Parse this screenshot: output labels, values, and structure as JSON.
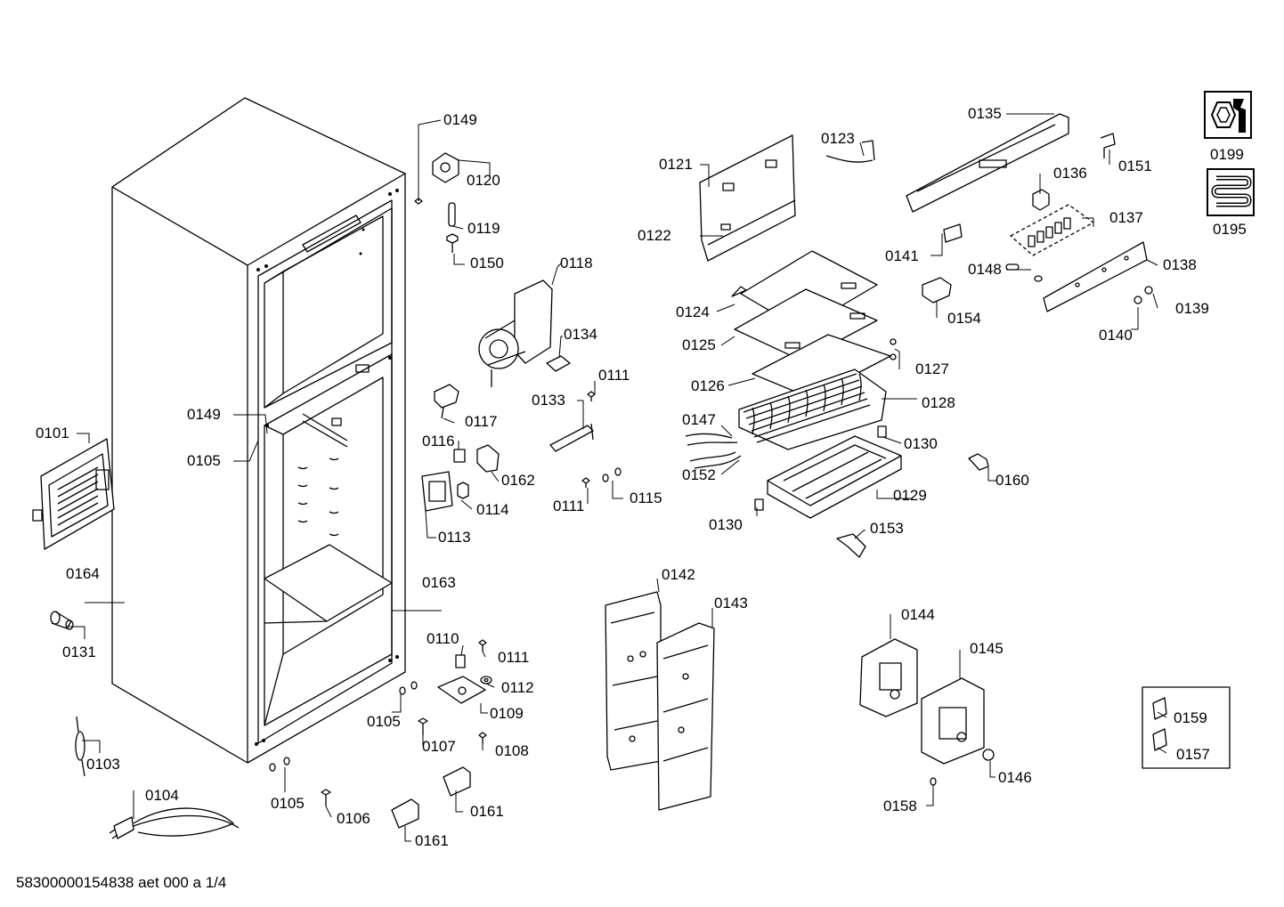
{
  "diagram": {
    "footer": "58300000154838 aet 000 a 1/4",
    "part_numbers": [
      "0149",
      "0120",
      "0119",
      "0150",
      "0118",
      "0134",
      "0111",
      "0133",
      "0117",
      "0116",
      "0162",
      "0114",
      "0113",
      "0149",
      "0105",
      "0101",
      "0164",
      "0163",
      "0131",
      "0110",
      "0111",
      "0112",
      "0109",
      "0105",
      "0107",
      "0108",
      "0103",
      "0104",
      "0105",
      "0106",
      "0161",
      "0161",
      "0121",
      "0122",
      "0123",
      "0135",
      "0136",
      "0137",
      "0141",
      "0148",
      "0138",
      "0151",
      "0154",
      "0140",
      "0139",
      "0124",
      "0125",
      "0126",
      "0127",
      "0128",
      "0147",
      "0130",
      "0152",
      "0129",
      "0130",
      "0160",
      "0111",
      "0115",
      "0153",
      "0142",
      "0143",
      "0144",
      "0145",
      "0146",
      "0158",
      "0159",
      "0157",
      "0199",
      "0195"
    ],
    "icons": {
      "service_tool": "wrench-nut-icon",
      "heater_coil": "heater-coil-icon"
    }
  }
}
